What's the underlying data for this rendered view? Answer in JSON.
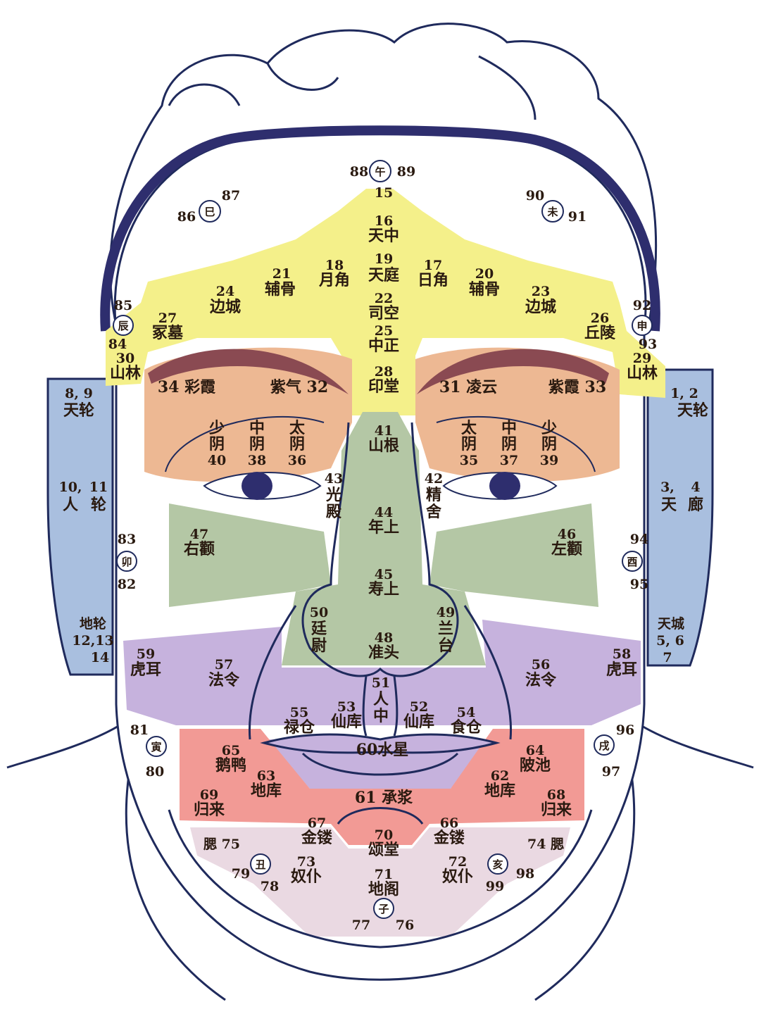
{
  "colors": {
    "forehead_yellow": "#f4f08a",
    "eyes_orange": "#edb893",
    "cheeks_green": "#b4c7a5",
    "mouth_purple": "#c6b2dd",
    "chin_red": "#f29a95",
    "jaw_pink": "#ead9e2",
    "ears_blue": "#a9bfdf",
    "hairband": "#2e2e6e",
    "outline": "#1f2a5c"
  },
  "labels": [
    {
      "id": "l15",
      "num": "15",
      "name": ""
    },
    {
      "id": "l16",
      "num": "16",
      "name": "天中"
    },
    {
      "id": "l19",
      "num": "19",
      "name": "天庭"
    },
    {
      "id": "l18",
      "num": "18",
      "name": "月角"
    },
    {
      "id": "l17",
      "num": "17",
      "name": "日角"
    },
    {
      "id": "l21",
      "num": "21",
      "name": "辅骨"
    },
    {
      "id": "l20",
      "num": "20",
      "name": "辅骨"
    },
    {
      "id": "l24",
      "num": "24",
      "name": "边城"
    },
    {
      "id": "l23",
      "num": "23",
      "name": "边城"
    },
    {
      "id": "l22",
      "num": "22",
      "name": "司空"
    },
    {
      "id": "l25",
      "num": "25",
      "name": "中正"
    },
    {
      "id": "l27",
      "num": "27",
      "name": "冢墓"
    },
    {
      "id": "l26",
      "num": "26",
      "name": "丘陵"
    },
    {
      "id": "l28",
      "num": "28",
      "name": "印堂"
    },
    {
      "id": "l30",
      "num": "30",
      "name": "山林"
    },
    {
      "id": "l29",
      "num": "29",
      "name": "山林"
    },
    {
      "id": "l41",
      "num": "41",
      "name": "山根"
    },
    {
      "id": "l44",
      "num": "44",
      "name": "年上"
    },
    {
      "id": "l45",
      "num": "45",
      "name": "寿上"
    },
    {
      "id": "l48",
      "num": "48",
      "name": "准头"
    },
    {
      "id": "l47",
      "num": "47",
      "name": "右颧"
    },
    {
      "id": "l46",
      "num": "46",
      "name": "左颧"
    },
    {
      "id": "l59",
      "num": "59",
      "name": "虎耳"
    },
    {
      "id": "l58",
      "num": "58",
      "name": "虎耳"
    },
    {
      "id": "l57",
      "num": "57",
      "name": "法令"
    },
    {
      "id": "l56",
      "num": "56",
      "name": "法令"
    },
    {
      "id": "l55",
      "num": "55",
      "name": "禄仓"
    },
    {
      "id": "l54",
      "num": "54",
      "name": "食仓"
    },
    {
      "id": "l53",
      "num": "53",
      "name": "仙库"
    },
    {
      "id": "l52",
      "num": "52",
      "name": "仙库"
    },
    {
      "id": "l65",
      "num": "65",
      "name": "鹅鸭"
    },
    {
      "id": "l64",
      "num": "64",
      "name": "陂池"
    },
    {
      "id": "l63",
      "num": "63",
      "name": "地库"
    },
    {
      "id": "l62",
      "num": "62",
      "name": "地库"
    },
    {
      "id": "l69",
      "num": "69",
      "name": "归来"
    },
    {
      "id": "l68",
      "num": "68",
      "name": "归来"
    },
    {
      "id": "l67",
      "num": "67",
      "name": "金镂"
    },
    {
      "id": "l66",
      "num": "66",
      "name": "金镂"
    },
    {
      "id": "l70",
      "num": "70",
      "name": "颂堂"
    },
    {
      "id": "l73",
      "num": "73",
      "name": "奴仆"
    },
    {
      "id": "l72",
      "num": "72",
      "name": "奴仆"
    },
    {
      "id": "l71",
      "num": "71",
      "name": "地阁"
    }
  ],
  "inline_texts": {
    "t34": "34 彩霞",
    "t32": "紫气 32",
    "t31": "31 凌云",
    "t33": "紫霞 33",
    "t60": "60水星",
    "t61": "61 承浆",
    "t75": "腮 75",
    "t74": "74 腮",
    "t8_9": "8, 9",
    "t8_9_name": "天轮",
    "t1_2": "1, 2",
    "t1_2_name": "天轮",
    "t10": "10,",
    "t10_name": "人",
    "t11": "11",
    "t11_name": "轮",
    "t3": "3,",
    "t3_name": "天",
    "t4": "4",
    "t4_name": "廊",
    "t_dilun": "地轮",
    "t12_13": "12,13",
    "t14": "14",
    "t_tiancheng": "天城",
    "t5_6": "5, 6",
    "t7": "7"
  },
  "vertical_labels": {
    "v43_num": "43",
    "v43_a": "光",
    "v43_b": "殿",
    "v42_num": "42",
    "v42_a": "精",
    "v42_b": "舍",
    "v50_num": "50",
    "v50_a": "廷",
    "v50_b": "尉",
    "v49_num": "49",
    "v49_a": "兰",
    "v49_b": "台",
    "v51_num": "51",
    "v51_a": "人",
    "v51_b": "中"
  },
  "yin_columns": {
    "c40": {
      "a": "少",
      "b": "阴",
      "num": "40"
    },
    "c38": {
      "a": "中",
      "b": "阴",
      "num": "38"
    },
    "c36": {
      "a": "太",
      "b": "阴",
      "num": "36"
    },
    "c35": {
      "a": "太",
      "b": "阴",
      "num": "35"
    },
    "c37": {
      "a": "中",
      "b": "阴",
      "num": "37"
    },
    "c39": {
      "a": "少",
      "b": "阴",
      "num": "39"
    }
  },
  "branch_numbers": {
    "n88": "88",
    "n89": "89",
    "n86": "86",
    "n87": "87",
    "n90": "90",
    "n91": "91",
    "n85": "85",
    "n84": "84",
    "n92": "92",
    "n93": "93",
    "n83": "83",
    "n82": "82",
    "n94": "94",
    "n95": "95",
    "n81": "81",
    "n80": "80",
    "n96": "96",
    "n97": "97",
    "n79": "79",
    "n78": "78",
    "n98": "98",
    "n99": "99",
    "n77": "77",
    "n76": "76"
  },
  "branches": {
    "wu": "午",
    "si": "巳",
    "wei": "未",
    "chen": "辰",
    "shen": "申",
    "mao": "卯",
    "you": "酉",
    "yin": "寅",
    "xu": "戌",
    "chou": "丑",
    "hai": "亥",
    "zi": "子"
  }
}
